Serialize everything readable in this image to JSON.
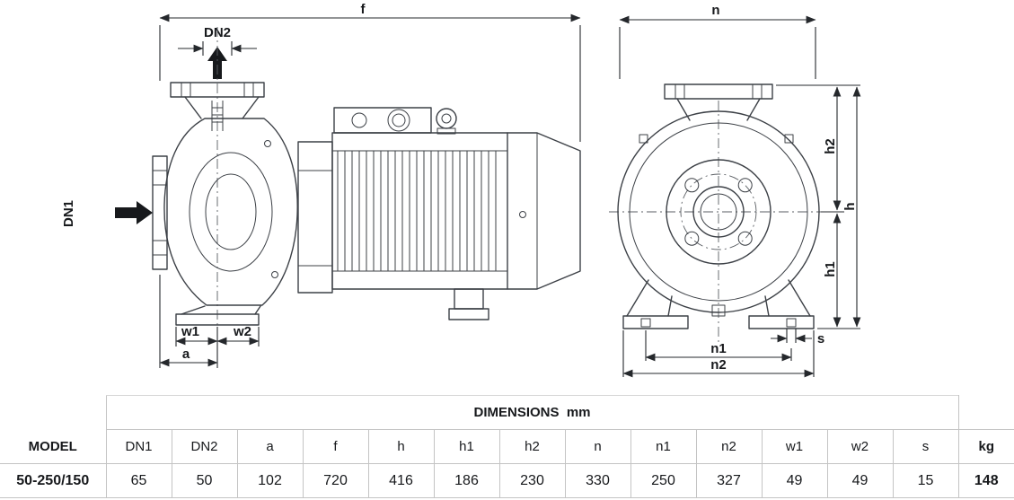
{
  "diagram": {
    "side_view": {
      "f": "f",
      "dn2": "DN2",
      "dn1": "DN1",
      "w1": "w1",
      "w2": "w2",
      "a": "a"
    },
    "front_view": {
      "n": "n",
      "h2": "h2",
      "h": "h",
      "h1": "h1",
      "s": "s",
      "n1": "n1",
      "n2": "n2"
    }
  },
  "table": {
    "dimensions_header": "DIMENSIONS  mm",
    "model_header": "MODEL",
    "kg_header": "kg",
    "columns": [
      "DN1",
      "DN2",
      "a",
      "f",
      "h",
      "h1",
      "h2",
      "n",
      "n1",
      "n2",
      "w1",
      "w2",
      "s"
    ],
    "rows": [
      {
        "model": "50-250/150",
        "values": [
          "65",
          "50",
          "102",
          "720",
          "416",
          "186",
          "230",
          "330",
          "250",
          "327",
          "49",
          "49",
          "15"
        ],
        "kg": "148"
      }
    ]
  }
}
